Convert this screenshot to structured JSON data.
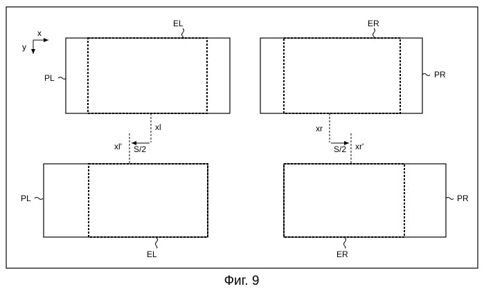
{
  "axes": {
    "x_label": "x",
    "y_label": "y"
  },
  "top_left": {
    "frame_label": "EL",
    "panel_label": "PL"
  },
  "top_right": {
    "frame_label": "ER",
    "panel_label": "PR"
  },
  "bottom_left": {
    "frame_label": "EL",
    "panel_label": "PL"
  },
  "bottom_right": {
    "frame_label": "ER",
    "panel_label": "PR"
  },
  "shift_left": {
    "from_label": "xl",
    "to_label": "xl'",
    "amount_label": "S/2"
  },
  "shift_right": {
    "from_label": "xr",
    "to_label": "xr'",
    "amount_label": "S/2"
  },
  "caption": "Фиг. 9"
}
